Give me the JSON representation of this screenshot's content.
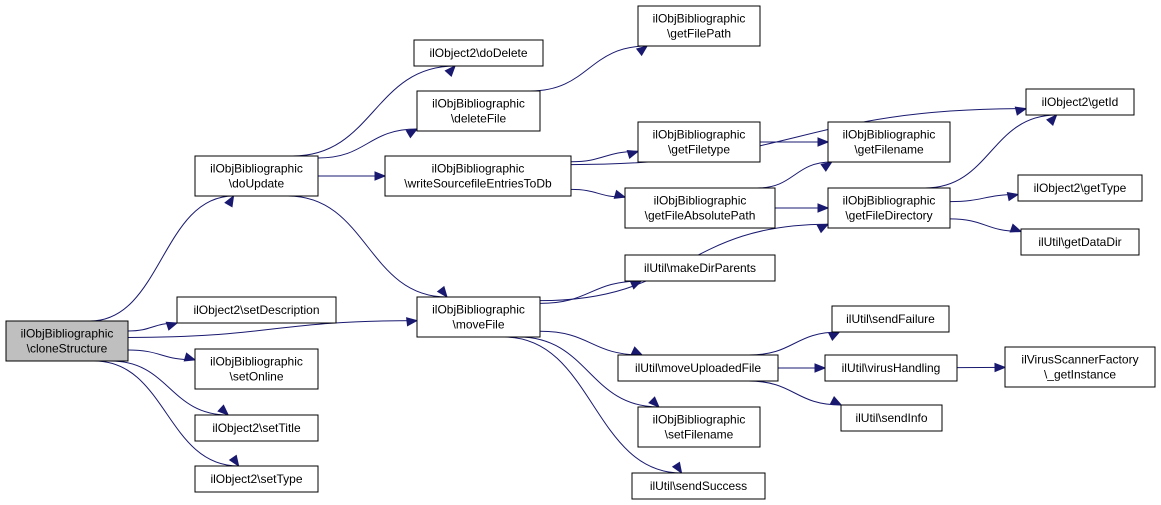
{
  "colors": {
    "node_fill": "#ffffff",
    "root_fill": "#bfbfbf",
    "edge": "#191970",
    "border": "#000000"
  },
  "nodes": [
    {
      "id": "cloneStructure",
      "lines": [
        "ilObjBibliographic",
        "\\cloneStructure"
      ],
      "root": true
    },
    {
      "id": "doUpdate",
      "lines": [
        "ilObjBibliographic",
        "\\doUpdate"
      ]
    },
    {
      "id": "setDescription",
      "lines": [
        "ilObject2\\setDescription"
      ]
    },
    {
      "id": "setOnline",
      "lines": [
        "ilObjBibliographic",
        "\\setOnline"
      ]
    },
    {
      "id": "setTitle",
      "lines": [
        "ilObject2\\setTitle"
      ]
    },
    {
      "id": "setType",
      "lines": [
        "ilObject2\\setType"
      ]
    },
    {
      "id": "doDelete",
      "lines": [
        "ilObject2\\doDelete"
      ]
    },
    {
      "id": "deleteFile",
      "lines": [
        "ilObjBibliographic",
        "\\deleteFile"
      ]
    },
    {
      "id": "writeSourcefileEntriesToDb",
      "lines": [
        "ilObjBibliographic",
        "\\writeSourcefileEntriesToDb"
      ]
    },
    {
      "id": "moveFile",
      "lines": [
        "ilObjBibliographic",
        "\\moveFile"
      ]
    },
    {
      "id": "getFilePath",
      "lines": [
        "ilObjBibliographic",
        "\\getFilePath"
      ]
    },
    {
      "id": "getFiletype",
      "lines": [
        "ilObjBibliographic",
        "\\getFiletype"
      ]
    },
    {
      "id": "getFileAbsolutePath",
      "lines": [
        "ilObjBibliographic",
        "\\getFileAbsolutePath"
      ]
    },
    {
      "id": "makeDirParents",
      "lines": [
        "ilUtil\\makeDirParents"
      ]
    },
    {
      "id": "moveUploadedFile",
      "lines": [
        "ilUtil\\moveUploadedFile"
      ]
    },
    {
      "id": "setFilename",
      "lines": [
        "ilObjBibliographic",
        "\\setFilename"
      ]
    },
    {
      "id": "sendSuccess",
      "lines": [
        "ilUtil\\sendSuccess"
      ]
    },
    {
      "id": "getFilename",
      "lines": [
        "ilObjBibliographic",
        "\\getFilename"
      ]
    },
    {
      "id": "getFileDirectory",
      "lines": [
        "ilObjBibliographic",
        "\\getFileDirectory"
      ]
    },
    {
      "id": "sendFailure",
      "lines": [
        "ilUtil\\sendFailure"
      ]
    },
    {
      "id": "virusHandling",
      "lines": [
        "ilUtil\\virusHandling"
      ]
    },
    {
      "id": "sendInfo",
      "lines": [
        "ilUtil\\sendInfo"
      ]
    },
    {
      "id": "getId",
      "lines": [
        "ilObject2\\getId"
      ]
    },
    {
      "id": "getType",
      "lines": [
        "ilObject2\\getType"
      ]
    },
    {
      "id": "getDataDir",
      "lines": [
        "ilUtil\\getDataDir"
      ]
    },
    {
      "id": "getInstance",
      "lines": [
        "ilVirusScannerFactory",
        "\\_getInstance"
      ]
    }
  ],
  "edges": [
    [
      "cloneStructure",
      "doUpdate"
    ],
    [
      "cloneStructure",
      "moveFile"
    ],
    [
      "cloneStructure",
      "setDescription"
    ],
    [
      "cloneStructure",
      "setOnline"
    ],
    [
      "cloneStructure",
      "setTitle"
    ],
    [
      "cloneStructure",
      "setType"
    ],
    [
      "doUpdate",
      "doDelete"
    ],
    [
      "doUpdate",
      "deleteFile"
    ],
    [
      "doUpdate",
      "writeSourcefileEntriesToDb"
    ],
    [
      "doUpdate",
      "moveFile"
    ],
    [
      "deleteFile",
      "getFilePath"
    ],
    [
      "writeSourcefileEntriesToDb",
      "getId"
    ],
    [
      "writeSourcefileEntriesToDb",
      "getFiletype"
    ],
    [
      "writeSourcefileEntriesToDb",
      "getFileAbsolutePath"
    ],
    [
      "getFiletype",
      "getFilename"
    ],
    [
      "getFileAbsolutePath",
      "getFilename"
    ],
    [
      "getFileAbsolutePath",
      "getFileDirectory"
    ],
    [
      "getFileDirectory",
      "getId"
    ],
    [
      "getFileDirectory",
      "getType"
    ],
    [
      "getFileDirectory",
      "getDataDir"
    ],
    [
      "moveFile",
      "makeDirParents"
    ],
    [
      "moveFile",
      "getFileDirectory"
    ],
    [
      "moveFile",
      "moveUploadedFile"
    ],
    [
      "moveFile",
      "setFilename"
    ],
    [
      "moveFile",
      "sendSuccess"
    ],
    [
      "moveUploadedFile",
      "sendFailure"
    ],
    [
      "moveUploadedFile",
      "virusHandling"
    ],
    [
      "moveUploadedFile",
      "sendInfo"
    ],
    [
      "virusHandling",
      "getInstance"
    ]
  ]
}
